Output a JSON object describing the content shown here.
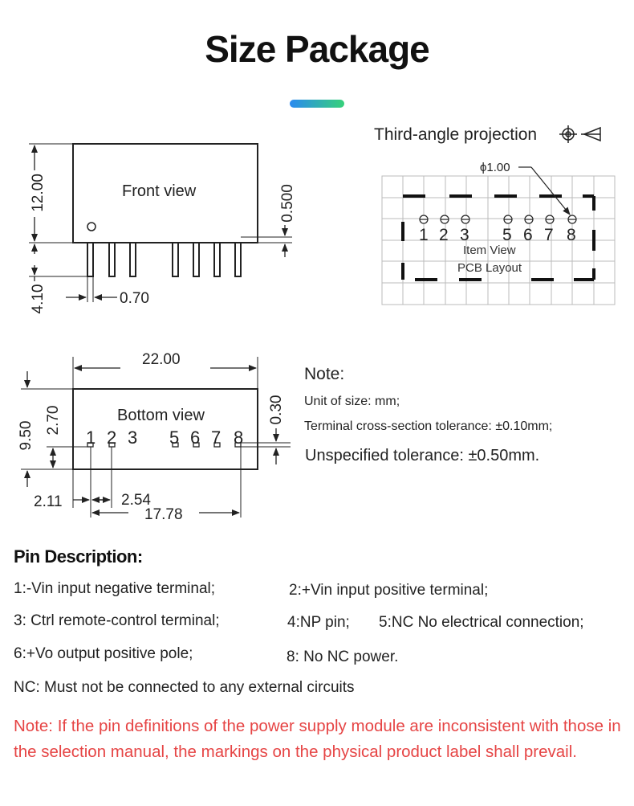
{
  "title": "Size Package",
  "colors": {
    "accent_start": "#2b8af0",
    "accent_end": "#36d17a",
    "warning": "#e64545",
    "grid": "#bbbbbb"
  },
  "projection": {
    "label": "Third-angle projection",
    "hole_label": "ϕ1.00",
    "pins": [
      "1",
      "2",
      "3",
      "5",
      "6",
      "7",
      "8"
    ],
    "item_view": "Item View",
    "pcb_layout": "PCB Layout"
  },
  "front_view": {
    "label": "Front view",
    "height": "12.00",
    "pin_length": "4.10",
    "pin_width": "0.70",
    "standoff": "0.500"
  },
  "bottom_view": {
    "label": "Bottom view",
    "length": "22.00",
    "width": "9.50",
    "pin_row_offset": "2.70",
    "pin_thickness": "0.30",
    "edge_offset": "2.11",
    "pitch": "2.54",
    "span": "17.78",
    "pins": [
      "1",
      "2",
      "3",
      "5",
      "6",
      "7",
      "8"
    ]
  },
  "note": {
    "heading": "Note:",
    "unit": "Unit of size: mm;",
    "terminal_tolerance": "Terminal cross-section tolerance: ±0.10mm;",
    "unspecified_tolerance": "Unspecified tolerance: ±0.50mm."
  },
  "pin_description": {
    "heading": "Pin Description:",
    "p1": "1:-Vin input negative terminal;",
    "p2": "2:+Vin input positive terminal;",
    "p3": "3: Ctrl remote-control terminal;",
    "p4": "4:NP pin;",
    "p5": "5:NC No electrical connection;",
    "p6": "6:+Vo output positive pole;",
    "p8": "8: No NC power.",
    "nc": "NC: Must not be connected to any external circuits"
  },
  "warning": "Note: If the pin definitions of the power supply module are inconsistent with those in the selection manual, the markings on the physical product label shall prevail."
}
